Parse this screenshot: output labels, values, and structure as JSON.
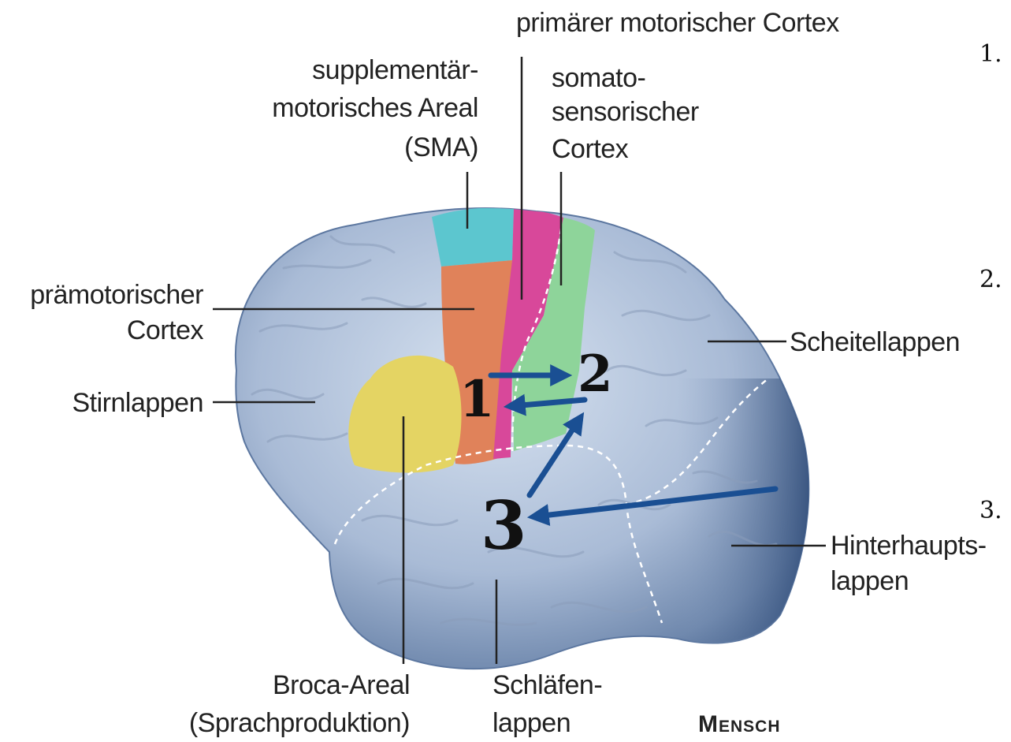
{
  "labels": {
    "primary_motor": "primärer motorischer Cortex",
    "sma_line1": "supplementär-",
    "sma_line2": "motorisches Areal",
    "sma_line3": "(SMA)",
    "somato_line1": "somato-",
    "somato_line2": "sensorischer",
    "somato_line3": "Cortex",
    "premotor_line1": "prämotorischer",
    "premotor_line2": "Cortex",
    "frontal": "Stirnlappen",
    "parietal": "Scheitellappen",
    "occipital_line1": "Hinterhaupts-",
    "occipital_line2": "lappen",
    "broca_line1": "Broca-Areal",
    "broca_line2": "(Sprachproduktion)",
    "temporal_line1": "Schläfen-",
    "temporal_line2": "lappen",
    "species": "Mensch"
  },
  "markers": {
    "m1": "1",
    "m2": "2",
    "m3": "3"
  },
  "side_list": [
    "1.",
    "2.",
    "3."
  ],
  "colors": {
    "brain": "#a9bbd6",
    "sma": "#5cc6cf",
    "premotor": "#e0825a",
    "primary_motor": "#d8489a",
    "somatosensory": "#8ed49a",
    "broca": "#e4d463",
    "arrow": "#1a4f93"
  }
}
